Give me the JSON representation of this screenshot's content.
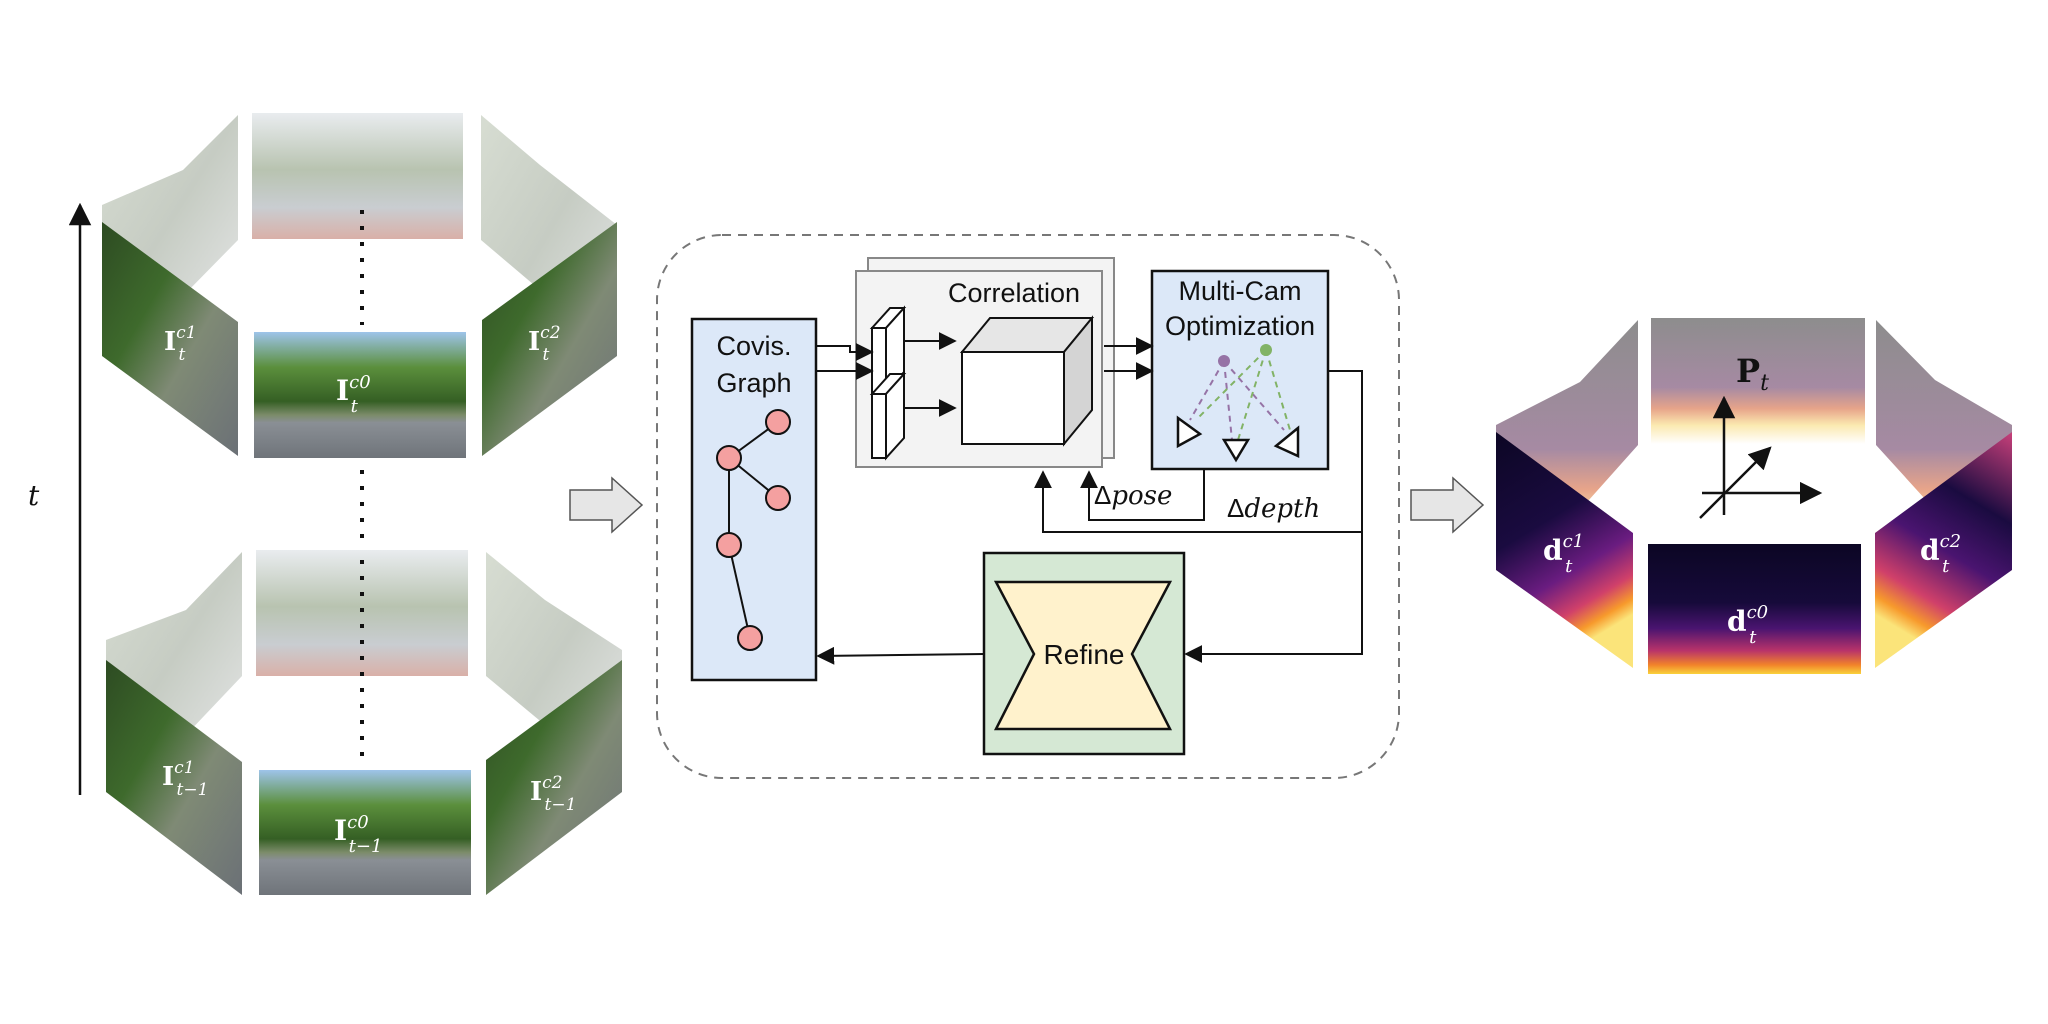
{
  "time_axis": {
    "label": "t"
  },
  "input_frames": {
    "current": {
      "c1": {
        "base": "I",
        "sup": "c1",
        "sub": "t"
      },
      "c0": {
        "base": "I",
        "sup": "c0",
        "sub": "t"
      },
      "c2": {
        "base": "I",
        "sup": "c2",
        "sub": "t"
      }
    },
    "previous": {
      "c1": {
        "base": "I",
        "sup": "c1",
        "sub": "t−1"
      },
      "c0": {
        "base": "I",
        "sup": "c0",
        "sub": "t−1"
      },
      "c2": {
        "base": "I",
        "sup": "c2",
        "sub": "t−1"
      }
    }
  },
  "pipeline": {
    "covis_graph": {
      "line1": "Covis.",
      "line2": "Graph"
    },
    "correlation": {
      "label": "Correlation"
    },
    "optimization": {
      "line1": "Multi-Cam",
      "line2": "Optimization"
    },
    "refine": {
      "label": "Refine"
    },
    "delta_pose": {
      "symbol": "Δ",
      "word": "pose"
    },
    "delta_depth": {
      "symbol": "Δ",
      "word": "depth"
    }
  },
  "outputs": {
    "pose": {
      "base": "P",
      "sub": "t"
    },
    "c1": {
      "base": "d",
      "sup": "c1",
      "sub": "t"
    },
    "c0": {
      "base": "d",
      "sup": "c0",
      "sub": "t"
    },
    "c2": {
      "base": "d",
      "sup": "c2",
      "sub": "t"
    }
  },
  "colors": {
    "covis_fill": "#dce8f8",
    "refine_outer": "#d5e8d4",
    "refine_inner": "#fff2cc",
    "node_fill": "#f4a0a0",
    "edge_purple": "#9673a6",
    "edge_green": "#82b366"
  }
}
